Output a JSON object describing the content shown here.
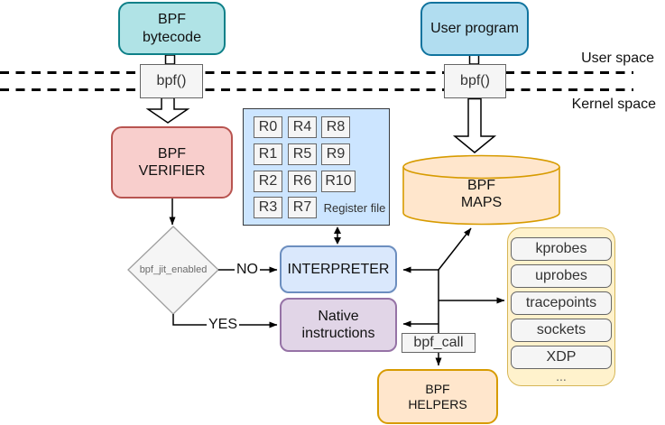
{
  "labels": {
    "user_space": "User space",
    "kernel_space": "Kernel space",
    "no": "NO",
    "yes": "YES"
  },
  "nodes": {
    "bpf_bytecode": "BPF\nbytecode",
    "user_program": "User program",
    "bpf_syscall_left": "bpf()",
    "bpf_syscall_right": "bpf()",
    "bpf_verifier": "BPF\nVERIFIER",
    "bpf_jit_enabled": "bpf_jit_enabled",
    "interpreter": "INTERPRETER",
    "native_instructions": "Native\ninstructions",
    "bpf_maps": "BPF\nMAPS",
    "bpf_call": "bpf_call",
    "bpf_helpers": "BPF\nHELPERS",
    "register_file_caption": "Register file"
  },
  "registers": [
    "R0",
    "R1",
    "R2",
    "R3",
    "R4",
    "R5",
    "R6",
    "R7",
    "R8",
    "R9",
    "R10"
  ],
  "hooks": {
    "items": [
      "kprobes",
      "uprobes",
      "tracepoints",
      "sockets",
      "XDP"
    ],
    "more": "..."
  },
  "colors": {
    "teal_fill": "#b0e3e6",
    "teal_stroke": "#0e8088",
    "blue_fill": "#b1ddf0",
    "blue_stroke": "#10739e",
    "red_fill": "#f8cecc",
    "red_stroke": "#b85450",
    "lightblue_fill": "#dae8fc",
    "lightblue_stroke": "#6c8ebf",
    "purple_fill": "#e1d5e7",
    "purple_stroke": "#9673a6",
    "orange_fill": "#ffe6cc",
    "orange_stroke": "#d79b00",
    "yellow_fill": "#fff2cc",
    "yellow_stroke": "#d6b656",
    "gray_fill": "#f5f5f5",
    "gray_stroke": "#666666",
    "regfile_fill": "#cce5ff",
    "regfile_stroke": "#36393d"
  }
}
